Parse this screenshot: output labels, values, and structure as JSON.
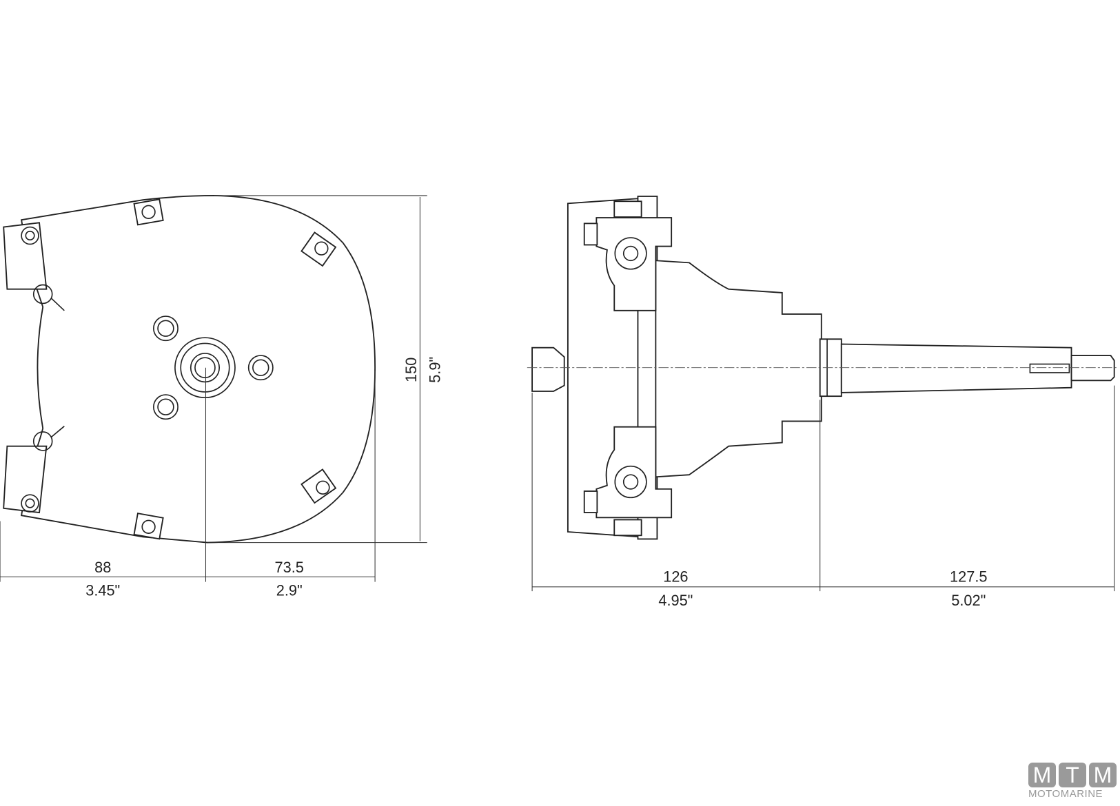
{
  "front_view": {
    "height_mm": "150",
    "height_in": "5.9\"",
    "left_width_mm": "88",
    "left_width_in": "3.45\"",
    "right_width_mm": "73.5",
    "right_width_in": "2.9\""
  },
  "side_view": {
    "body_depth_mm": "126",
    "body_depth_in": "4.95\"",
    "shaft_length_mm": "127.5",
    "shaft_length_in": "5.02\""
  },
  "logo": {
    "letters": [
      "M",
      "T",
      "M"
    ],
    "word": "MOTOMARINE"
  }
}
